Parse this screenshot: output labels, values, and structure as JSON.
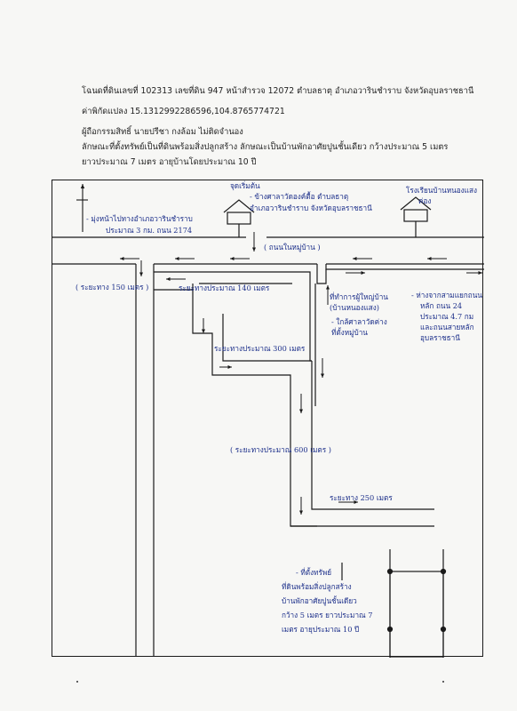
{
  "header": {
    "deed_line": "โฉนดที่ดินเลขที่ 102313 เลขที่ดิน 947 หน้าสำรวจ 12072 ตำบลธาตุ อำเภอวารินชำราบ จังหวัดอุบลราชธานี",
    "coordinates_line": "ค่าพิกัดแปลง 15.1312992286596,104.8765774721",
    "owner_line": "ผู้ถือกรรมสิทธิ์ นายปรีชา  กงล้อม  ไม่ติดจำนอง",
    "property_line_1": "ลักษณะที่ตั้งทรัพย์เป็นที่ดินพร้อมสิ่งปลูกสร้าง ลักษณะเป็นบ้านพักอาศัยปูนชั้นเดียว กว้างประมาณ 5 เมตร",
    "property_line_2": "ยาวประมาณ 7 เมตร อายุบ้านโดยประมาณ 10 ปี"
  },
  "map": {
    "start_point_label": "จุดเริ่มต้น",
    "start_point_desc": "- ข้างศาลาวัดองค์ตื้อ ตำบลธาตุ",
    "start_point_desc_2": "อำเภอวารินชำราบ จังหวัดอุบลราชธานี",
    "left_note_1": "- มุ่งหน้าไปทางอำเภอวารินชำราบ",
    "left_note_2": "ประมาณ 3 กม. ถนน 2174",
    "school_label": "โรงเรียนบ้านหนองแสง",
    "school_label_2": "ค่อง",
    "road_name": "( ถนนในหมู่บ้าน )",
    "distance_left": "( ระยะทาง 150 เมตร )",
    "distance_140": "ระยะทางประมาณ 140  เมตร",
    "distance_300": "ระยะทางประมาณ 300 เมตร",
    "distance_600": "( ระยะทางประมาณ 600 เมตร )",
    "distance_250": "ระยะทาง  250 เมตร",
    "village_office": "ที่ทำการผู้ใหญ่บ้าน",
    "village_office_2": "(บ้านหนองแสง)",
    "temple_near": "- ใกล้ศาลาวัดค่าง",
    "temple_near_2": "ที่ตั้งหมู่บ้าน",
    "right_note_1": "- ห่างจากสามแยกถนน",
    "right_note_2": "หลัก ถนน 24",
    "right_note_3": "ประมาณ 4.7 กม",
    "right_note_4": "และถนนสายหลัก",
    "right_note_5": "อุบลราชธานี",
    "property_title": "- ที่ตั้งทรัพย์",
    "property_desc_1": "ที่ดินพร้อมสิ่งปลูกสร้าง",
    "property_desc_2": "บ้านพักอาศัยปูนชั้นเดียว",
    "property_desc_3": "กว้าง 5 เมตร ยาวประมาณ 7",
    "property_desc_4": "เมตร อายุประมาณ 10 ปี"
  }
}
